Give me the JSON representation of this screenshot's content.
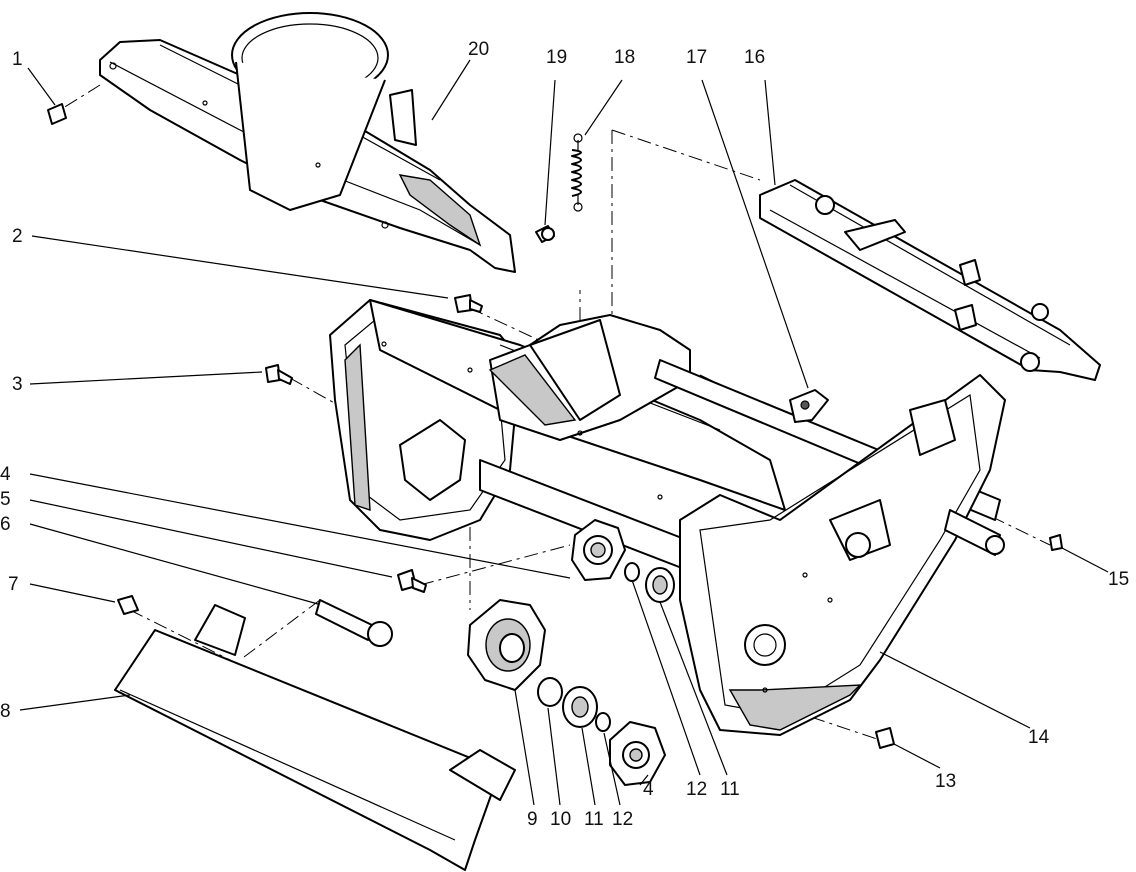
{
  "callouts": [
    {
      "n": "1",
      "label": "1"
    },
    {
      "n": "2",
      "label": "2"
    },
    {
      "n": "3",
      "label": "3"
    },
    {
      "n": "4",
      "label": "4"
    },
    {
      "n": "5",
      "label": "5"
    },
    {
      "n": "6",
      "label": "6"
    },
    {
      "n": "7",
      "label": "7"
    },
    {
      "n": "8",
      "label": "8"
    },
    {
      "n": "9",
      "label": "9"
    },
    {
      "n": "10",
      "label": "10"
    },
    {
      "n": "11",
      "label": "11"
    },
    {
      "n": "12",
      "label": "12"
    },
    {
      "n": "4b",
      "label": "4"
    },
    {
      "n": "12b",
      "label": "12"
    },
    {
      "n": "11b",
      "label": "11"
    },
    {
      "n": "13",
      "label": "13"
    },
    {
      "n": "14",
      "label": "14"
    },
    {
      "n": "15",
      "label": "15"
    },
    {
      "n": "16",
      "label": "16"
    },
    {
      "n": "17",
      "label": "17"
    },
    {
      "n": "18",
      "label": "18"
    },
    {
      "n": "19",
      "label": "19"
    },
    {
      "n": "20",
      "label": "20"
    }
  ]
}
